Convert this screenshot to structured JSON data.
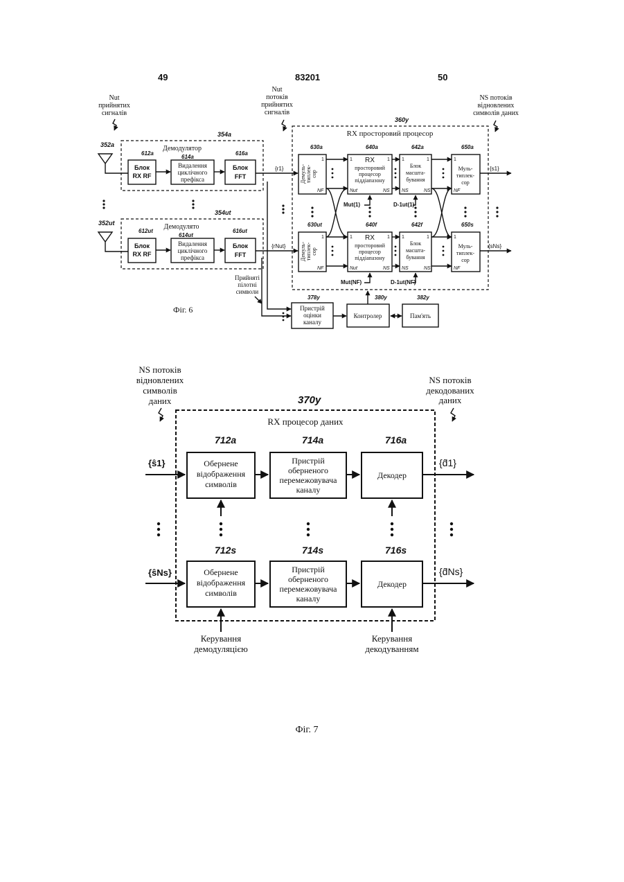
{
  "header": {
    "page_left": "49",
    "doc_number": "83201",
    "page_right": "50"
  },
  "fig6": {
    "caption": "Фіг. 6",
    "top_labels": {
      "inputs": [
        "Nut",
        "прийнятих",
        "сигналів"
      ],
      "streams": [
        "Nut",
        "потоків",
        "прийнятих",
        "сигналів"
      ],
      "outputs": [
        "NS потоків",
        "відновлених",
        "символів даних"
      ]
    },
    "ref_360": "360y",
    "spatial_processor_title": "RX просторовий процесор",
    "demod_top": {
      "ref": "354a",
      "title": "Демодулятор",
      "antenna_ref": "352a",
      "rf_ref": "612a",
      "cp_ref": "614a",
      "fft_ref": "616a"
    },
    "demod_bottom": {
      "ref": "354ut",
      "title": "Демодулято",
      "antenna_ref": "352ut",
      "rf_ref": "612ut",
      "cp_ref": "614ut",
      "fft_ref": "616ut"
    },
    "rf_block": [
      "Блок",
      "RX RF"
    ],
    "cp_block": [
      "Видалення",
      "циклічного",
      "префікса"
    ],
    "fft_block": [
      "Блок",
      "FFT"
    ],
    "r_top": "{r1}",
    "r_bottom": "{rNut}",
    "demux_label": [
      "Демуль-",
      "типлек-",
      "сор"
    ],
    "demux_refs": [
      "630a",
      "630ut"
    ],
    "sub_refs": [
      "640a",
      "640f"
    ],
    "sub_block": [
      "RX",
      "просторовий",
      "процесор",
      "піддіапазону"
    ],
    "scale_refs": [
      "642a",
      "642f"
    ],
    "scale_block": [
      "Блок",
      "масшта-",
      "бування"
    ],
    "mux_refs": [
      "650a",
      "650s"
    ],
    "mux_block": [
      "Муль-",
      "типлек-",
      "сор"
    ],
    "s_top": "{s1}",
    "s_bottom": "{sNs}",
    "m_top": "Mut(1)",
    "d_top": "D-1ut(1)",
    "m_bottom": "Mut(NF)",
    "d_bottom": "D-1ut(NF)",
    "pin_labels": {
      "one": "1",
      "nf": "NF",
      "nut": "Nut",
      "ns": "NS"
    },
    "pilot_label": [
      "Прийняті",
      "пілотні",
      "символи"
    ],
    "estimator": {
      "ref": "378y",
      "text": [
        "Пристрій",
        "оцінки",
        "каналу"
      ]
    },
    "controller": {
      "ref": "380y",
      "text": "Контролер"
    },
    "memory": {
      "ref": "382y",
      "text": "Пам'ять"
    }
  },
  "fig7": {
    "caption": "Фіг. 7",
    "ref": "370y",
    "title": "RX процесор даних",
    "input_label": [
      "NS потоків",
      "відновлених",
      "символів",
      "даних"
    ],
    "output_label": [
      "NS потоків",
      "декодованих",
      "даних"
    ],
    "rows": [
      {
        "in": "{ŝ1}",
        "out": "{d̂1}",
        "demap_ref": "712a",
        "deint_ref": "714a",
        "dec_ref": "716a"
      },
      {
        "in": "{ŝNs}",
        "out": "{d̂Ns}",
        "demap_ref": "712s",
        "deint_ref": "714s",
        "dec_ref": "716s"
      }
    ],
    "demap_block": [
      "Обернене",
      "відображення",
      "символів"
    ],
    "deint_block": [
      "Пристрій",
      "оберненого",
      "перемежовувача",
      "каналу"
    ],
    "dec_block": "Декодер",
    "demod_control": [
      "Керування",
      "демодуляцією"
    ],
    "decode_control": [
      "Керування",
      "декодуванням"
    ]
  }
}
